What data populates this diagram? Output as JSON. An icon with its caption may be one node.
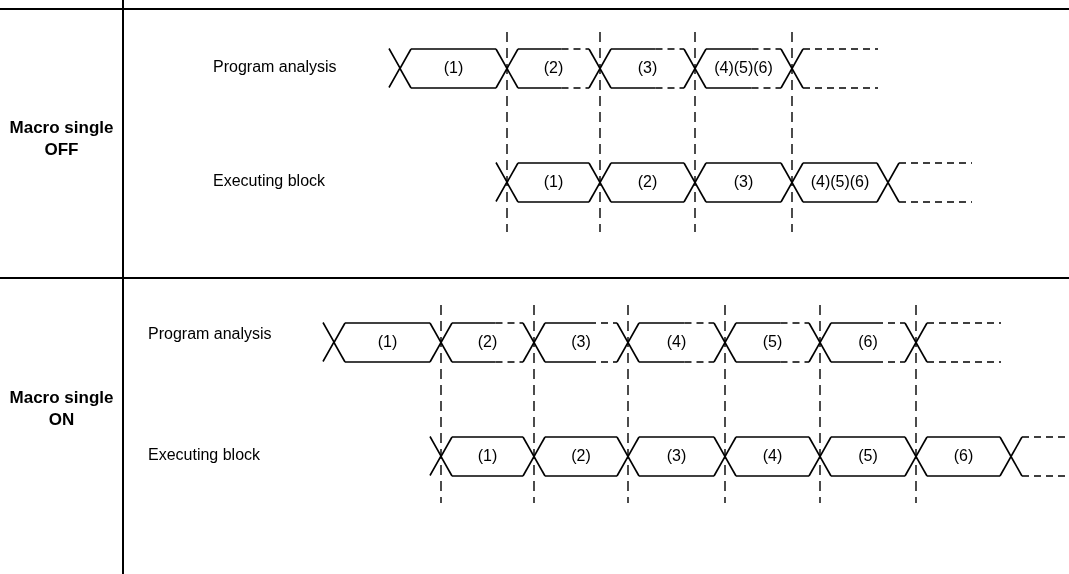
{
  "diagram": {
    "nodes": [
      {
        "text": [
          "(1)"
        ]
      },
      {
        "text": [
          "(2)"
        ]
      },
      {
        "text": [
          "(3)"
        ]
      },
      {
        "text": [
          "(4)(5)(6)"
        ]
      },
      {
        "text": [],
        "shape": "hexagon"
      },
      {
        "text": [
          "(1)"
        ]
      },
      {
        "text": [
          "(2)"
        ]
      },
      {
        "text": [
          "(3)"
        ]
      },
      {
        "text": [
          "(4)(5)(6)"
        ]
      },
      {
        "text": [],
        "shape": "hexagon"
      },
      {
        "text": [
          "(1)"
        ]
      },
      {
        "text": [
          "(2)"
        ]
      },
      {
        "text": [
          "(3)"
        ]
      },
      {
        "text": [
          "(4)"
        ]
      },
      {
        "text": [
          "(5)"
        ]
      },
      {
        "text": [
          "(6)"
        ]
      },
      {
        "text": [],
        "shape": "hexagon"
      },
      {
        "text": [
          "(1)"
        ]
      },
      {
        "text": [
          "(2)"
        ]
      },
      {
        "text": [
          "(3)"
        ]
      },
      {
        "text": [
          "(4)"
        ]
      },
      {
        "text": [
          "(5)"
        ]
      },
      {
        "text": [
          "(6)"
        ]
      },
      {
        "text": [],
        "shape": "hexagon"
      }
    ],
    "labels": [
      "Macro single OFF",
      "Program analysis",
      "Executing block",
      "Macro single ON",
      "Program analysis",
      "Executing block"
    ]
  }
}
